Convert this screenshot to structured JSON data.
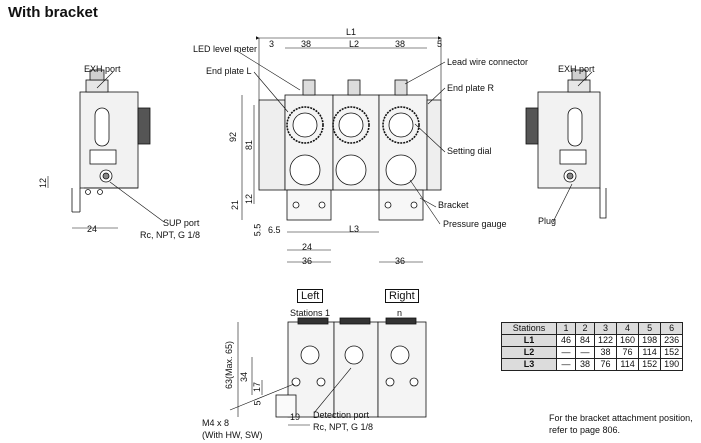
{
  "title": "With bracket",
  "callouts": {
    "exh_port_left": "EXH port",
    "exh_port_right": "EXH port",
    "led_level_meter": "LED level meter",
    "end_plate_l": "End plate L",
    "lead_wire_connector": "Lead wire connector",
    "end_plate_r": "End plate R",
    "setting_dial": "Setting dial",
    "bracket": "Bracket",
    "pressure_gauge": "Pressure gauge",
    "plug": "Plug",
    "sup_port": "SUP port",
    "sup_port_thread": "Rc, NPT, G 1/8",
    "stations": "Stations 1",
    "stations_n": "n",
    "m4": "M4 x 8",
    "m4_note": "(With HW, SW)",
    "detection_port": "Detection port",
    "detection_thread": "Rc, NPT, G 1/8"
  },
  "view_labels": {
    "left": "Left",
    "right": "Right"
  },
  "dims": {
    "L1": "L1",
    "L2": "L2",
    "L3": "L3",
    "d3": "3",
    "d38a": "38",
    "d38b": "38",
    "d5": "5",
    "d92": "92",
    "d81": "81",
    "d12": "12",
    "d21": "21",
    "d5_5": "5.5",
    "d6_5": "6.5",
    "d24c": "24",
    "d36a": "36",
    "d36b": "36",
    "d12side": "12",
    "d24side": "24",
    "d63": "63(Max. 65)",
    "d34": "34",
    "d17": "17",
    "d5b": "5",
    "d19": "19"
  },
  "station_table": {
    "header": [
      "Stations",
      "1",
      "2",
      "3",
      "4",
      "5",
      "6"
    ],
    "rows": [
      [
        "L1",
        "46",
        "84",
        "122",
        "160",
        "198",
        "236"
      ],
      [
        "L2",
        "—",
        "—",
        "38",
        "76",
        "114",
        "152"
      ],
      [
        "L3",
        "—",
        "38",
        "76",
        "114",
        "152",
        "190"
      ]
    ]
  },
  "note": "For the bracket attachment position, refer to page 806."
}
